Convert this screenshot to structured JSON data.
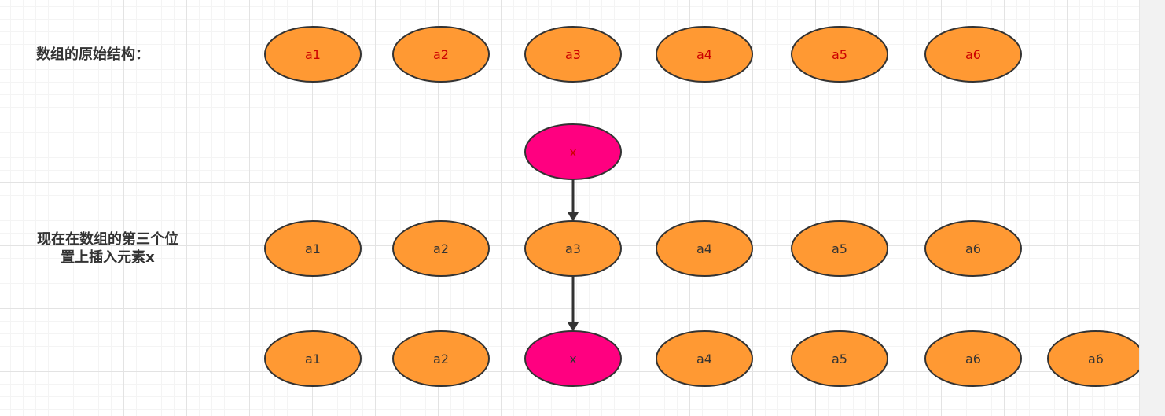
{
  "colors": {
    "orange_fill": "#FF9933",
    "pink_fill": "#FF0080",
    "stroke": "#333333",
    "red_text": "#CC0000",
    "dark_text": "#333333"
  },
  "labels": {
    "original": "数组的原始结构：",
    "insert_line1": "现在在数组的第三个位",
    "insert_line2": "置上插入元素x"
  },
  "rows": {
    "original": [
      "a1",
      "a2",
      "a3",
      "a4",
      "a5",
      "a6"
    ],
    "new_element": [
      "x"
    ],
    "insert_target": [
      "a1",
      "a2",
      "a3",
      "a4",
      "a5",
      "a6"
    ],
    "result": [
      "a1",
      "a2",
      "x",
      "a4",
      "a5",
      "a6",
      "a6"
    ]
  },
  "edges": [
    {
      "from": "new_element.0",
      "to": "insert_target.2"
    },
    {
      "from": "insert_target.2",
      "to": "result.2"
    }
  ]
}
